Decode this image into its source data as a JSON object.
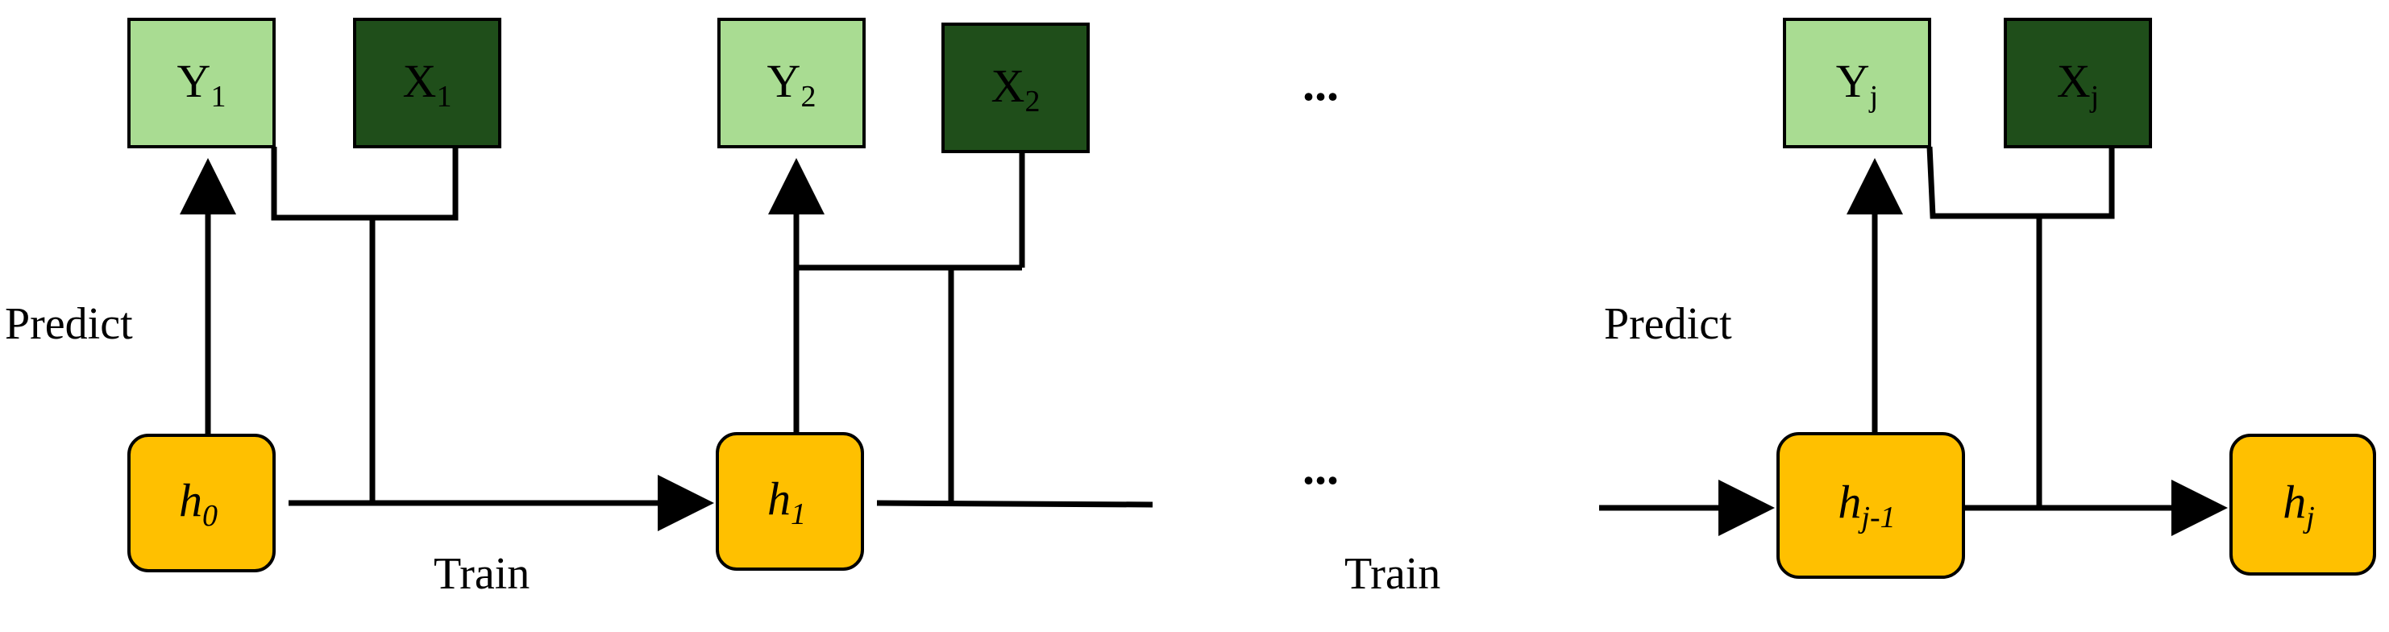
{
  "colors": {
    "y_box": "#a9dc92",
    "x_box": "#1f4e1a",
    "state_box": "#ffc000",
    "line": "#000000"
  },
  "outputs": [
    {
      "main": "Y",
      "sub": "1"
    },
    {
      "main": "Y",
      "sub": "2"
    },
    {
      "main": "Y",
      "sub": "j"
    }
  ],
  "inputs": [
    {
      "main": "X",
      "sub": "1"
    },
    {
      "main": "X",
      "sub": "2"
    },
    {
      "main": "X",
      "sub": "j"
    }
  ],
  "states": [
    {
      "main": "h",
      "sub": "0"
    },
    {
      "main": "h",
      "sub": "1"
    },
    {
      "main": "h",
      "sub": "j-1"
    },
    {
      "main": "h",
      "sub": "j"
    }
  ],
  "labels": {
    "predict": "Predict",
    "train": "Train",
    "ellipsis": "..."
  }
}
